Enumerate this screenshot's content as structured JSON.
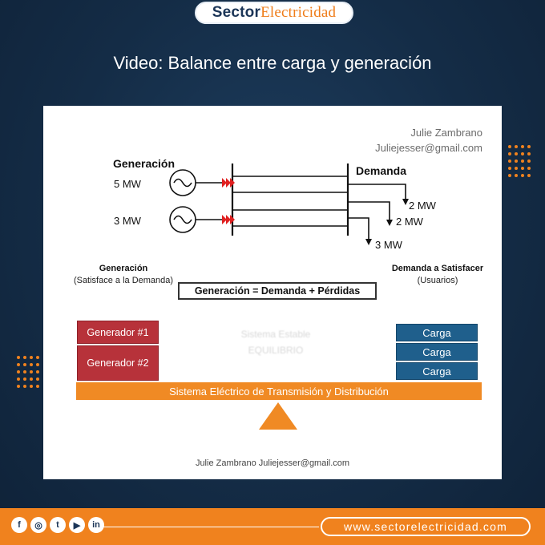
{
  "brand": {
    "part1": "Sector",
    "part2": "Electricidad"
  },
  "title": "Video: Balance entre carga y generación",
  "slide": {
    "author": "Julie Zambrano",
    "email": "Juliejesser@gmail.com",
    "generation_heading": "Generación",
    "demand_heading": "Demanda",
    "gen_values": [
      "5 MW",
      "3 MW"
    ],
    "demand_values": [
      "2 MW",
      "2 MW",
      "3 MW"
    ],
    "left_caption_title": "Generación",
    "left_caption_sub": "(Satisface a la Demanda)",
    "right_caption_title": "Demanda a Satisfacer",
    "right_caption_sub": "(Usuarios)",
    "equation": "Generación = Demanda + Pérdidas",
    "generators": [
      "Generador #1",
      "Generador #2"
    ],
    "loads": [
      "Carga",
      "Carga",
      "Carga"
    ],
    "faint_line1": "Sistema Estable",
    "faint_line2": "EQUILIBRIO",
    "beam_label": "Sistema Eléctrico de Transmisión y Distribución",
    "footer_credit": "Julie Zambrano  Juliejesser@gmail.com",
    "colors": {
      "generator": "#b7323a",
      "load": "#1f5f8c",
      "beam": "#f08a24"
    }
  },
  "footer": {
    "social_icons": [
      "facebook-icon",
      "instagram-icon",
      "twitter-icon",
      "youtube-icon",
      "linkedin-icon"
    ],
    "social_glyphs": [
      "f",
      "◎",
      "t",
      "▶",
      "in"
    ],
    "url": "www.sectorelectricidad.com"
  },
  "colors": {
    "accent": "#f0821e",
    "navy": "#1b3557"
  }
}
